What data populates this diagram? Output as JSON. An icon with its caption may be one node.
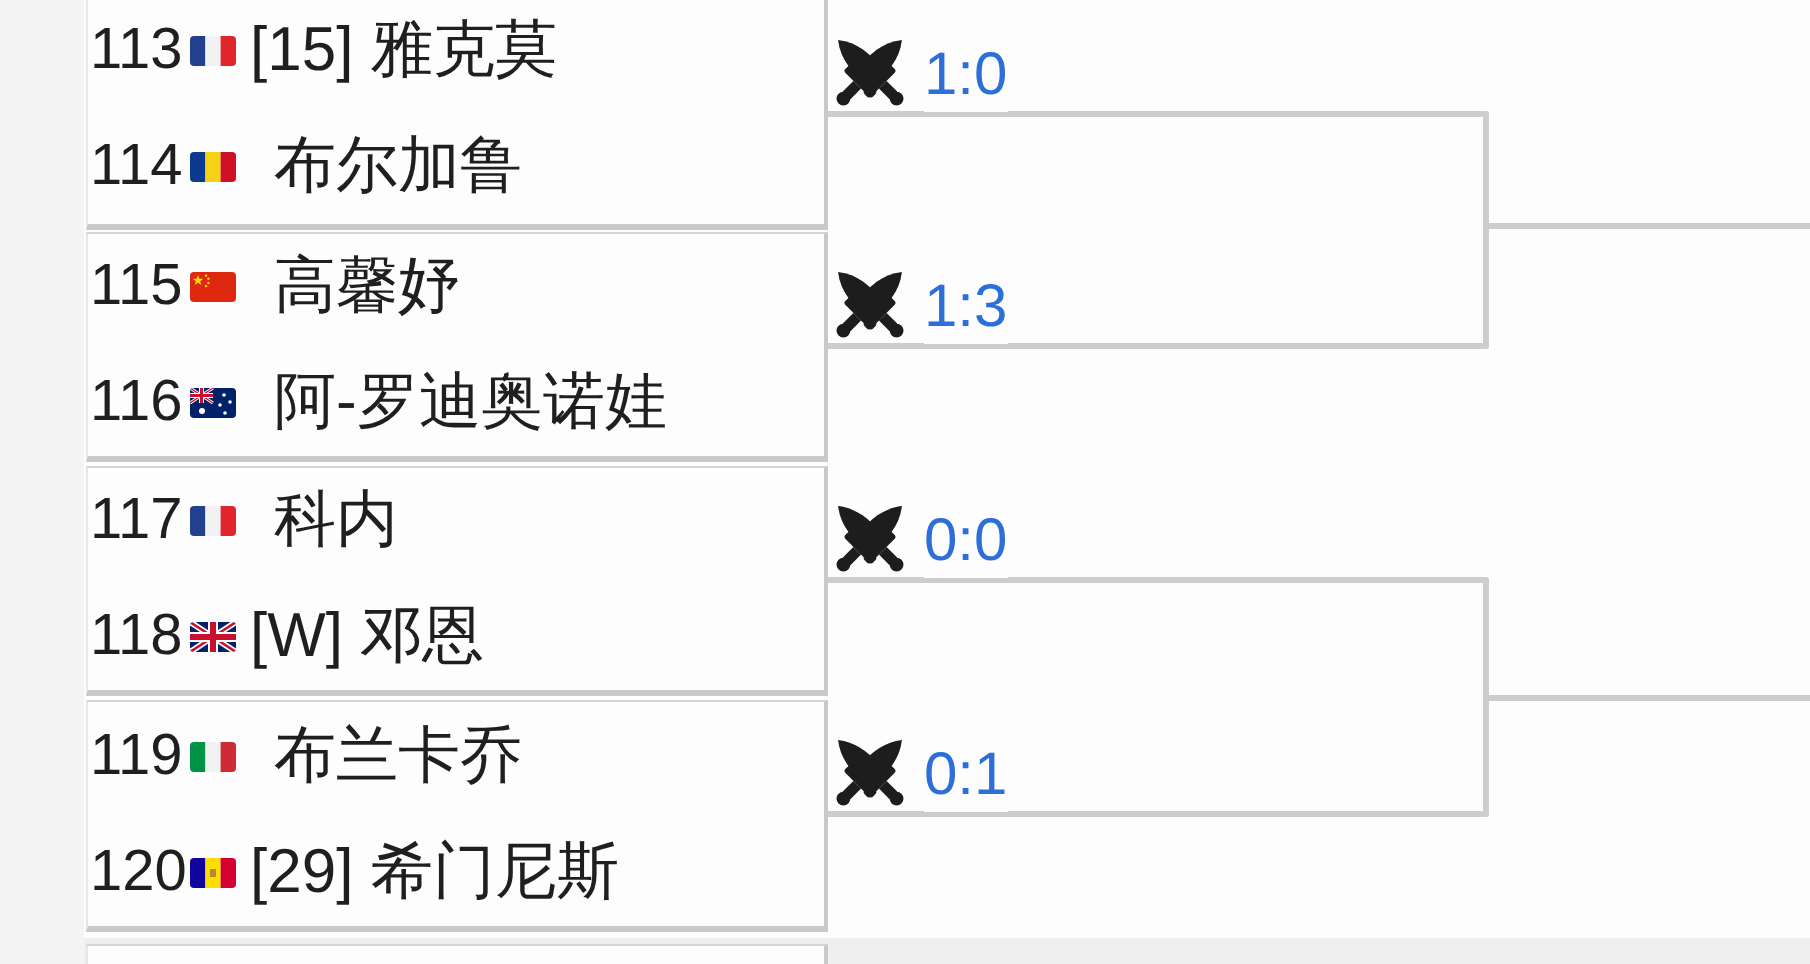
{
  "diagram": {
    "nodes": [
      {
        "text": [
          "113",
          "[15] 雅克莫",
          "114",
          "布尔加鲁"
        ]
      },
      {
        "text": [
          "115",
          "高馨妤",
          "116",
          "阿-罗迪奥诺娃"
        ]
      },
      {
        "text": [
          "117",
          "科内",
          "118",
          "[W] 邓恩"
        ]
      },
      {
        "text": [
          "119",
          "布兰卡乔",
          "120",
          "[29] 希门尼斯"
        ]
      },
      {
        "text": [],
        "shape": "box"
      }
    ],
    "edges": [
      {
        "from": 0,
        "to": null,
        "arrow": "none",
        "label": "1:0"
      },
      {
        "from": 1,
        "to": null,
        "arrow": "none",
        "label": "1:3"
      },
      {
        "from": 2,
        "to": null,
        "arrow": "none",
        "label": "0:0"
      },
      {
        "from": 3,
        "to": null,
        "arrow": "none",
        "label": "0:1"
      }
    ]
  }
}
